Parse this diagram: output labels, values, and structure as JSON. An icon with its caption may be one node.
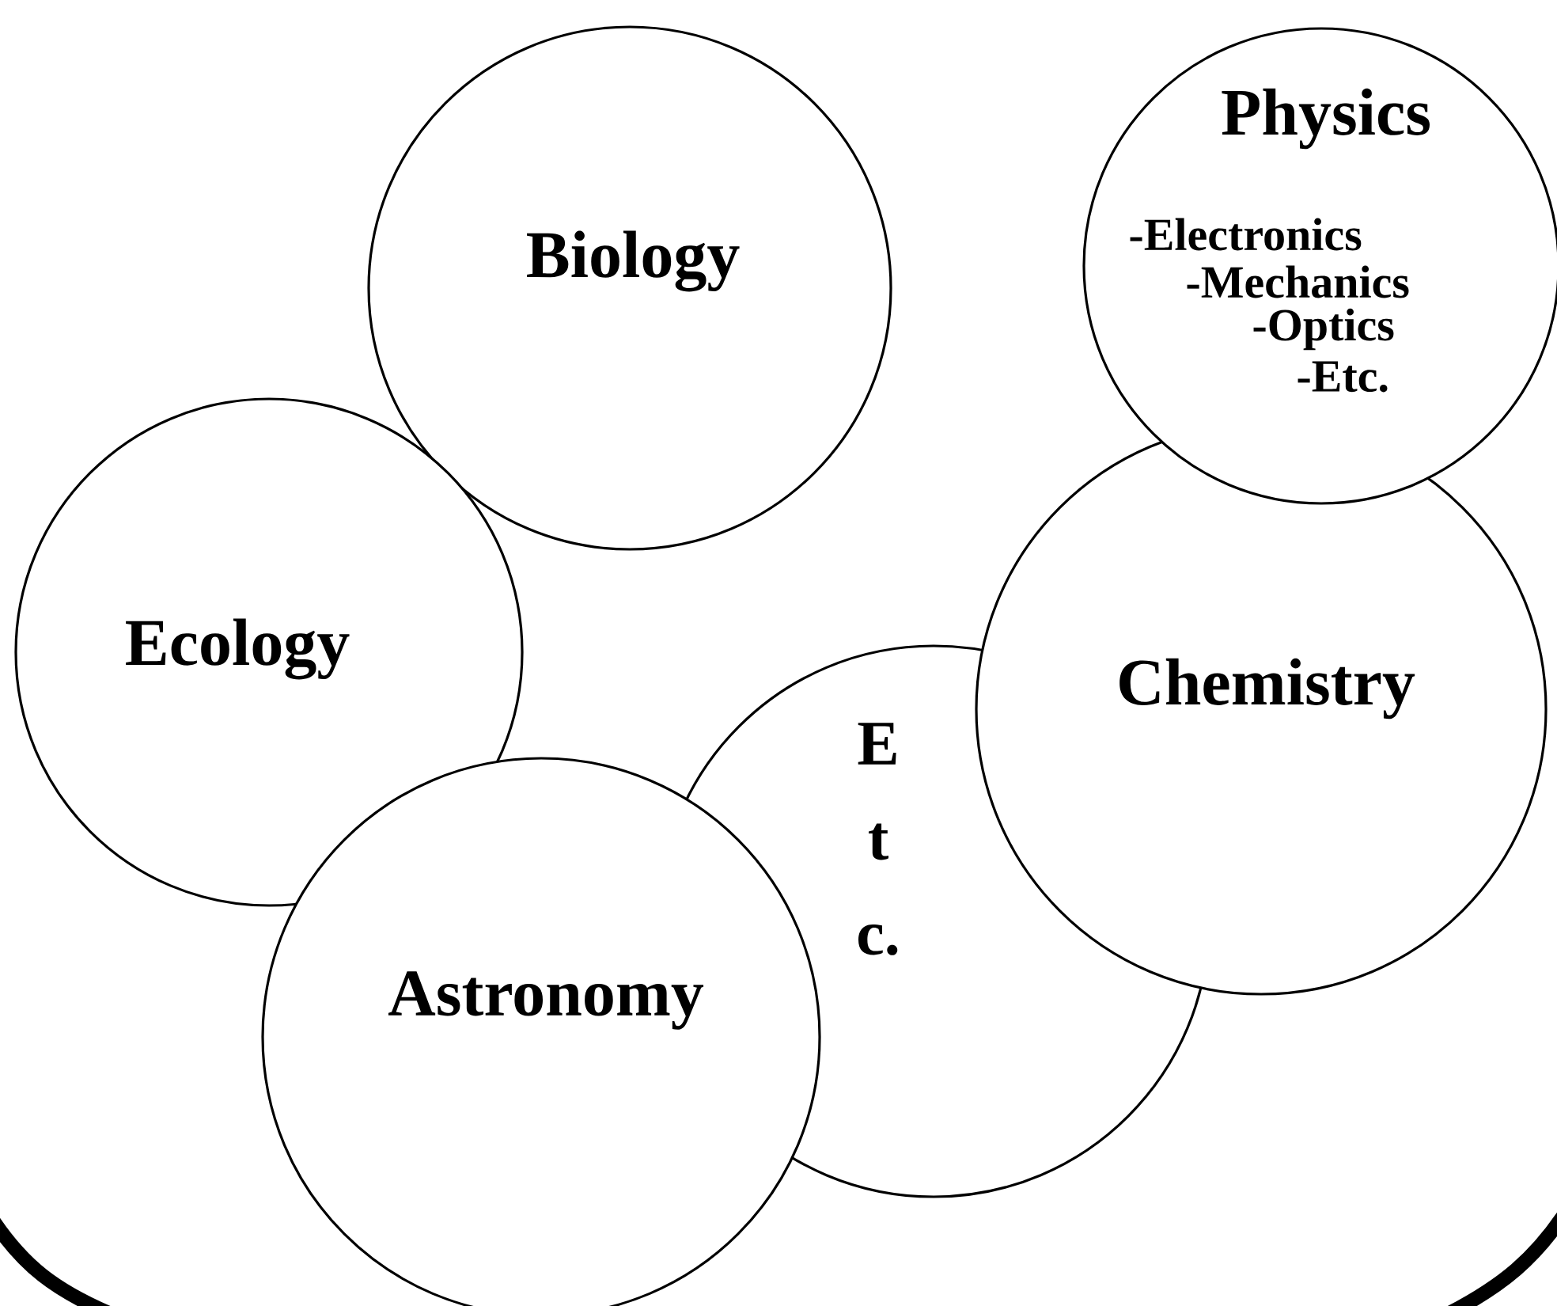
{
  "diagram": {
    "nodes": [
      {
        "text": [
          "Biology"
        ]
      },
      {
        "text": [
          "Physics",
          "-Electronics",
          "-Mechanics",
          "-Optics",
          "-Etc."
        ]
      },
      {
        "text": [
          "Ecology"
        ]
      },
      {
        "text": [
          "Chemistry"
        ]
      },
      {
        "text": [
          "E t c."
        ]
      },
      {
        "text": [
          "Astronomy"
        ]
      }
    ]
  }
}
